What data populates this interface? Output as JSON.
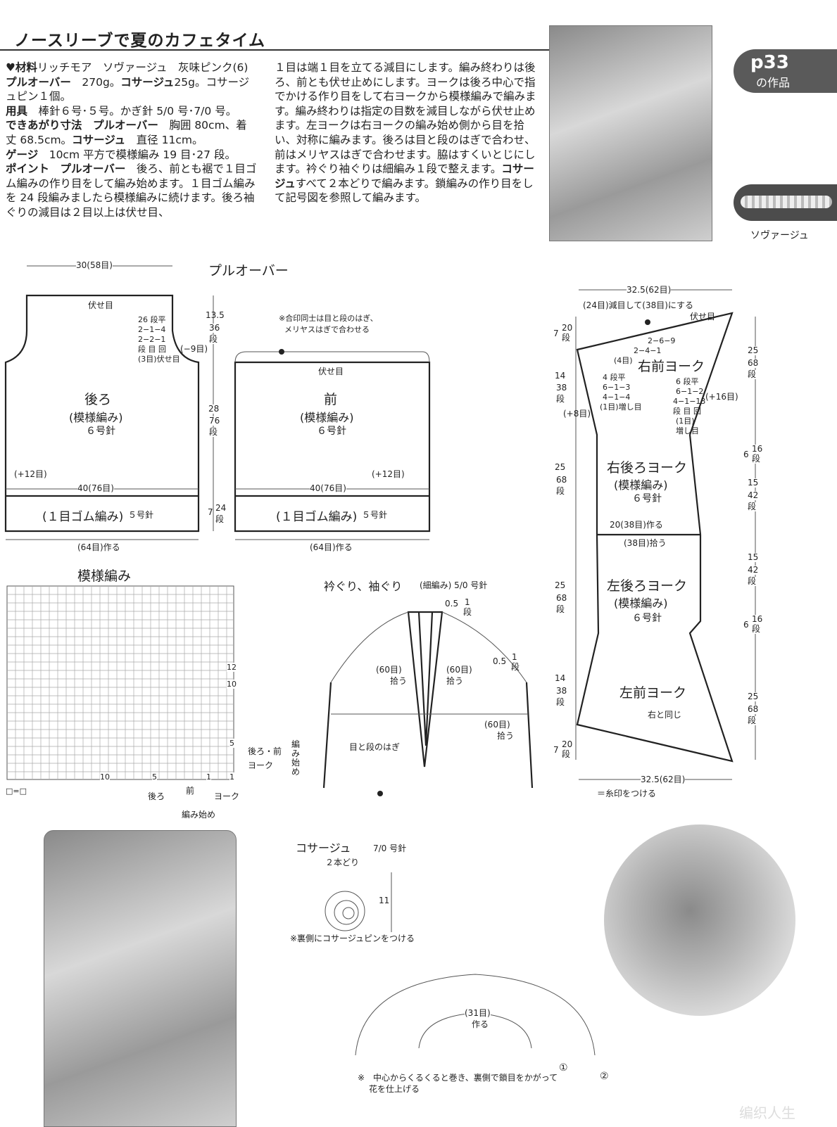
{
  "title": "ノースリーブで夏のカフェタイム",
  "badge": {
    "num": "p33",
    "sub": "の作品"
  },
  "yarn_label": "ソヴァージュ",
  "left_col": {
    "materials_label": "♥材料",
    "materials": "リッチモア　ソヴァージュ　灰味ピンク(6)　",
    "pullover": "プルオーバー",
    "pullover_amt": "　270g。",
    "corsage": "コサージュ",
    "corsage_amt": "25g。コサージュピン１個。",
    "tools_label": "用具",
    "tools": "　棒針６号･５号。かぎ針 5/0 号･7/0 号。",
    "size_label": "できあがり寸法",
    "size_pull": "プルオーバー",
    "size_pull_val": "　胸囲 80cm、着丈 68.5cm。",
    "size_cor": "コサージュ",
    "size_cor_val": "　直径 11cm。",
    "gauge_label": "ゲージ",
    "gauge": "　10cm 平方で模様編み 19 目･27 段。",
    "point_label": "ポイント",
    "point_pull": "プルオーバー",
    "point_text": "　後ろ、前とも裾で１目ゴム編みの作り目をして編み始めます。１目ゴム編みを 24 段編みましたら模様編みに続けます。後ろ袖ぐりの減目は２目以上は伏せ目、"
  },
  "right_col": {
    "text1": "１目は端１目を立てる減目にします。編み終わりは後ろ、前とも伏せ止めにします。ヨークは後ろ中心で指でかける作り目をして右ヨークから模様編みで編みます。編み終わりは指定の目数を減目しながら伏せ止めます。左ヨークは右ヨークの編み始め側から目を拾い、対称に編みます。後ろは目と段のはぎで合わせ、前はメリヤスはぎで合わせます。脇はすくいとじにします。衿ぐり袖ぐりは細編み１段で整えます。",
    "corsage": "コサージュ",
    "text2": "すべて２本どりで編みます。鎖編みの作り目をして記号図を参照して編みます。"
  },
  "pullover_title": "プルオーバー",
  "back": {
    "width_top": "30(58目)",
    "bind_off": "伏せ目",
    "dec1": "26 段平",
    "dec2": "2−1−4",
    "dec3": "2−2−1",
    "dec4": "段 目 回",
    "dec5": "(3目)伏せ目",
    "minus9": "(−9目)",
    "name": "後ろ",
    "pattern": "(模様編み)",
    "needle": "６号針",
    "plus12": "(+12目)",
    "width_mid": "40(76目)",
    "rib": "(１目ゴム編み)",
    "rib_needle": "５号針",
    "cast": "(64目)作る"
  },
  "vdim": {
    "a": "13.5",
    "a2": "36",
    "a3": "段",
    "b": "28",
    "b2": "76",
    "b3": "段",
    "c": "7",
    "c2": "24",
    "c3": "段"
  },
  "front": {
    "note1": "※合印同士は目と段のはぎ、",
    "note2": "メリヤスはぎで合わせる",
    "bind_off": "伏せ目",
    "name": "前",
    "pattern": "(模様編み)",
    "needle": "６号針",
    "plus12": "(+12目)",
    "width_mid": "40(76目)",
    "rib": "(１目ゴム編み)",
    "rib_needle": "５号針",
    "cast": "(64目)作る"
  },
  "chart": {
    "title": "模様編み",
    "row12": "12",
    "row10": "10",
    "row5": "5",
    "row1": "1",
    "col10": "10",
    "col5": "5",
    "col1": "1",
    "legend": "□=□",
    "back_front": "後ろ・前",
    "yoke": "ヨーク",
    "begin_v": "編み始め",
    "back": "後ろ",
    "front": "前",
    "yoke2": "ヨーク",
    "begin": "編み始め"
  },
  "edge": {
    "title": "衿ぐり、袖ぐり",
    "sub": "(細編み) 5/0 号針",
    "h1": "0.5",
    "h1b": "1",
    "h1c": "段",
    "h2": "0.5",
    "h2b": "1",
    "h2c": "段",
    "pick_a": "(60目)",
    "pick_a2": "拾う",
    "pick_b": "(60目)",
    "pick_b2": "拾う",
    "pick_c": "(60目)",
    "pick_c2": "拾う",
    "join": "目と段のはぎ"
  },
  "yoke": {
    "top": "32.5(62目)",
    "top2": "(24目)減目して(38目)にする",
    "bind": "伏せ目",
    "d1": "2−6−9",
    "d2": "2−4−1",
    "d3": "(4目)",
    "rfy": "右前ヨーク",
    "inc1": "4 段平",
    "inc2": "6−1−3",
    "inc3": "4−1−4",
    "inc4": "(1目)増し目",
    "inc5": "6 段平",
    "inc6": "6−1−2",
    "inc7": "4−1−13",
    "inc8": "段 目 回",
    "inc9": "(1目)",
    "inc10": "増し目",
    "plus16": "(+16目)",
    "plus8": "(+8目)",
    "rby": "右後ろヨーク",
    "rby_p": "(模様編み)",
    "rby_n": "６号針",
    "w20": "20(38目)作る",
    "pick38": "(38目)拾う",
    "lby": "左後ろヨーク",
    "lby_p": "(模様編み)",
    "lby_n": "６号針",
    "lfy": "左前ヨーク",
    "same": "右と同じ",
    "bottom": "32.5(62目)",
    "mark": "＝糸印をつける",
    "l1": "7",
    "l1b": "20",
    "l1c": "段",
    "l2": "14",
    "l2b": "38",
    "l2c": "段",
    "l3": "25",
    "l3b": "68",
    "l3c": "段",
    "l4": "25",
    "l4b": "68",
    "l4c": "段",
    "l5": "14",
    "l5b": "38",
    "l5c": "段",
    "l6": "7",
    "l6b": "20",
    "l6c": "段",
    "r1": "25",
    "r1b": "68",
    "r1c": "段",
    "r2": "6",
    "r2b": "16",
    "r2c": "段",
    "r3": "15",
    "r3b": "42",
    "r3c": "段",
    "r4": "15",
    "r4b": "42",
    "r4c": "段",
    "r5": "6",
    "r5b": "16",
    "r5c": "段",
    "r6": "25",
    "r6b": "68",
    "r6c": "段"
  },
  "corsage_chart": {
    "title": "コサージュ",
    "needle": "7/0 号針",
    "strands": "２本どり",
    "size": "11",
    "pin": "※裏側にコサージュピンをつける",
    "chain": "(31目)",
    "chain2": "作る",
    "note1": "※　中心からくるくると巻き、裏側で鎖目をかがって",
    "note2": "花を仕上げる",
    "c1": "①",
    "c2": "②"
  },
  "watermark": "编织人生"
}
